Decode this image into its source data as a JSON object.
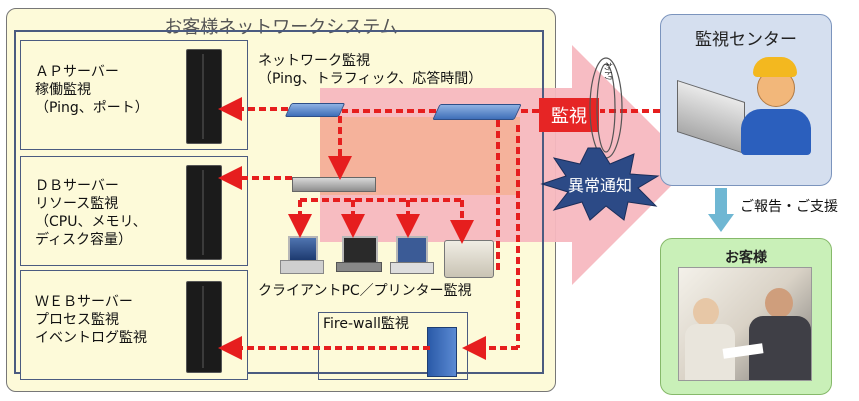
{
  "system": {
    "title": "お客様ネットワークシステム"
  },
  "servers": [
    {
      "label": "ＡＰサーバー\n稼働監視\n（Ping、ポート）"
    },
    {
      "label": "ＤＢサーバー\nリソース監視\n（CPU、メモリ、\nディスク容量）"
    },
    {
      "label": "ＷＥＢサーバー\nプロセス監視\nイベントログ監視"
    }
  ],
  "network": {
    "label": "ネットワーク監視\n（Ping、トラフィック、応答時間）"
  },
  "clients": {
    "label": "クライアントPC／プリンター監視"
  },
  "firewall": {
    "label": "Fire-wall監視"
  },
  "monitoring": {
    "tag": "監視",
    "alert": "異常通知",
    "small_text": "ﾈｯﾄﾜ"
  },
  "center": {
    "title": "監視センター"
  },
  "report": {
    "label": "ご報告・ご支援"
  },
  "customer": {
    "title": "お客様"
  },
  "colors": {
    "arrow_red": "#e61e1e",
    "big_arrow": "#f7b8c0",
    "overlay": "#f5b29b",
    "burst": "#2c4a86",
    "center_bg": "#d5dfef",
    "customer_bg": "#c9f0b8",
    "down_arrow": "#6fb7d3"
  }
}
